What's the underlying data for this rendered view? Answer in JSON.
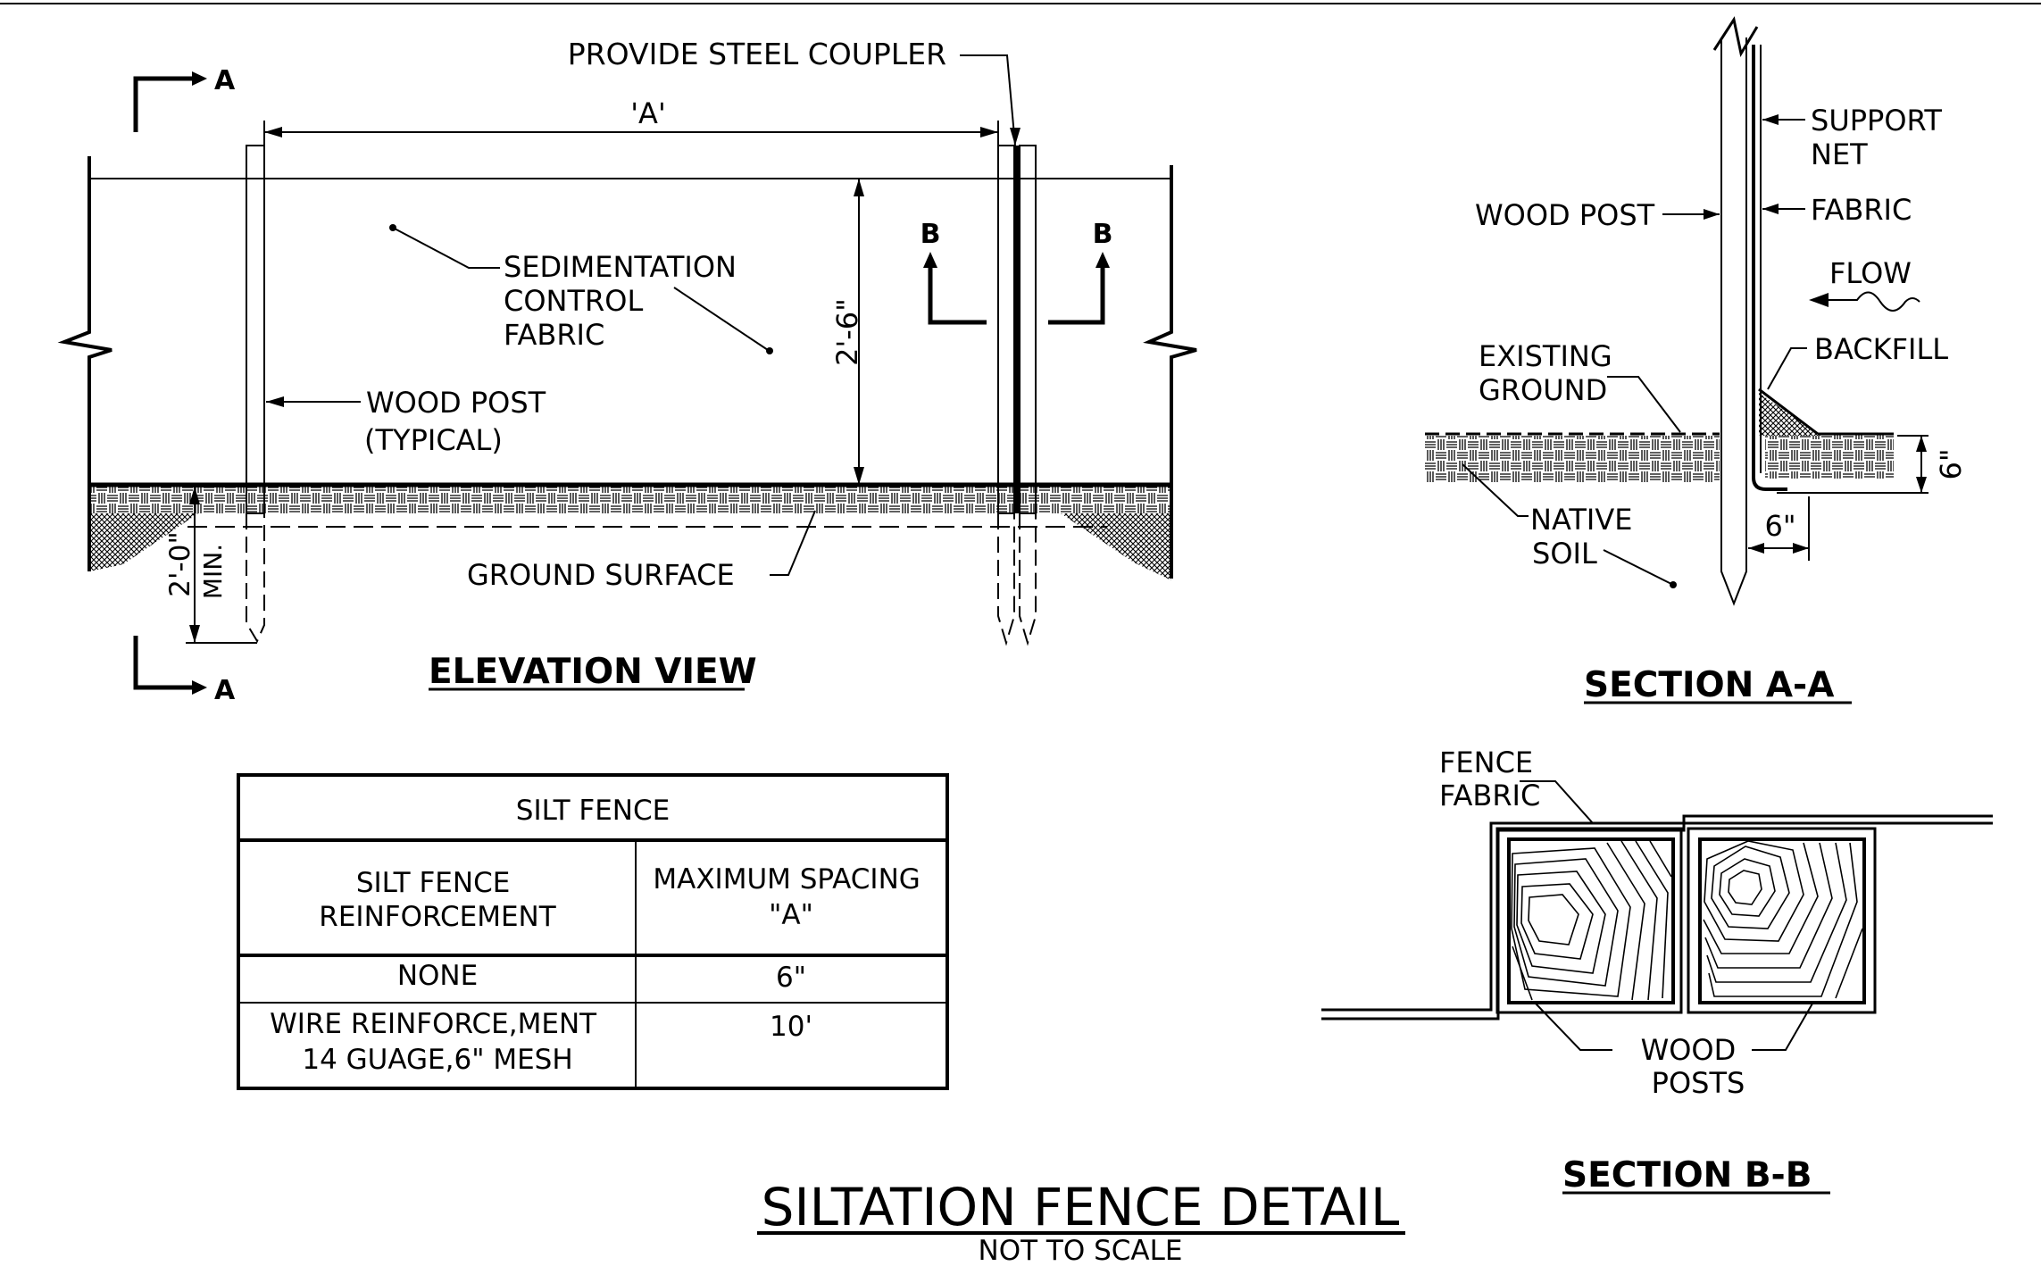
{
  "drawing": {
    "title": "SILTATION FENCE DETAIL",
    "subtitle": "NOT TO SCALE"
  },
  "elevation": {
    "view_title": "ELEVATION VIEW",
    "section_mark_a": "A",
    "section_mark_b": "B",
    "coupler_label": "PROVIDE STEEL COUPLER",
    "spacing_label": "'A'",
    "fabric_label_lines": [
      "SEDIMENTATION",
      "CONTROL",
      "FABRIC"
    ],
    "post_label_lines": [
      "WOOD POST",
      "(TYPICAL)"
    ],
    "height_dim": "2'-6\"",
    "embed_dim": "2'-0\"",
    "embed_min": "MIN.",
    "ground_label": "GROUND SURFACE"
  },
  "section_aa": {
    "title": "SECTION A-A",
    "support_net_lines": [
      "SUPPORT",
      "NET"
    ],
    "wood_post": "WOOD POST",
    "fabric": "FABRIC",
    "flow": "FLOW",
    "backfill": "BACKFILL",
    "existing_ground_lines": [
      "EXISTING",
      "GROUND"
    ],
    "native_soil_lines": [
      "NATIVE",
      "SOIL"
    ],
    "dim_depth": "6\"",
    "dim_offset": "6\""
  },
  "section_bb": {
    "title": "SECTION B-B",
    "fence_fabric_lines": [
      "FENCE",
      "FABRIC"
    ],
    "wood_posts_lines": [
      "WOOD",
      "POSTS"
    ]
  },
  "table": {
    "title": "SILT FENCE",
    "col1_header_lines": [
      "SILT FENCE",
      "REINFORCEMENT"
    ],
    "col2_header_lines": [
      "MAXIMUM SPACING",
      "\"A\""
    ],
    "rows": [
      {
        "reinforcement_lines": [
          "NONE"
        ],
        "spacing": "6\""
      },
      {
        "reinforcement_lines": [
          "WIRE REINFORCE,MENT",
          "14 GUAGE,6\" MESH"
        ],
        "spacing": "10'"
      }
    ]
  }
}
